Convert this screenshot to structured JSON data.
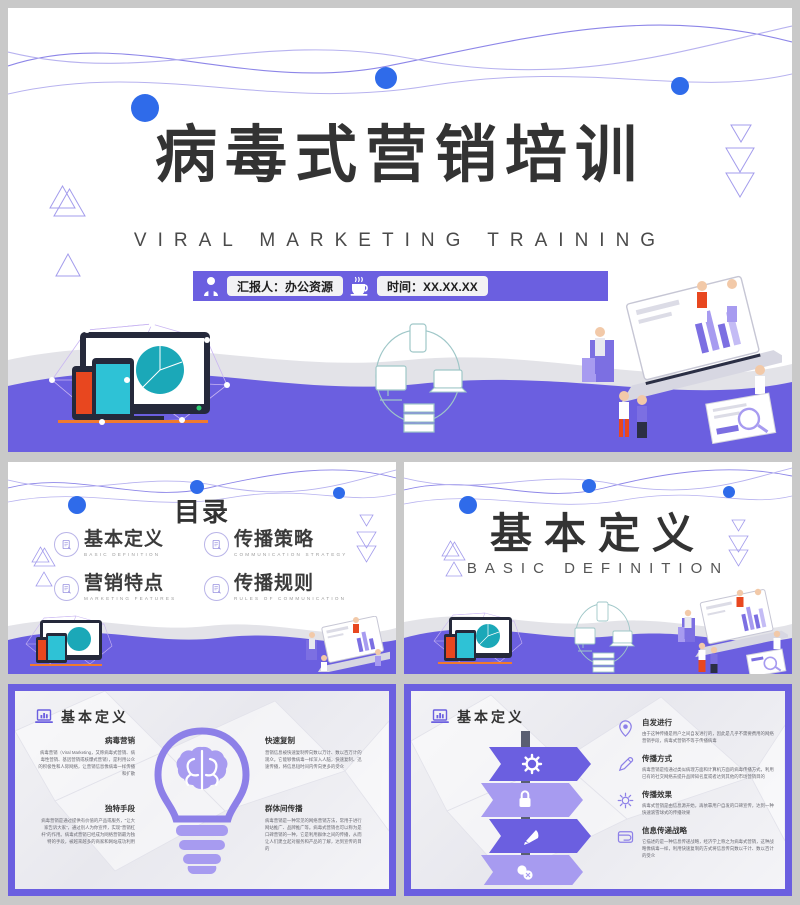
{
  "deck": {
    "accent": "#6b5fe0",
    "accent_dark": "#2f6bea",
    "text_dark": "#333333"
  },
  "slide_title": {
    "title_cn": "病毒式营销培训",
    "title_en": "VIRAL MARKETING TRAINING",
    "presenter_icon": "person-icon",
    "presenter_label": "汇报人：办公资源",
    "time_icon": "coffee-cup-icon",
    "time_label": "时间：XX.XX.XX"
  },
  "slide_catalog": {
    "heading": "目录",
    "items": [
      {
        "icon": "document-pen-icon",
        "cn": "基本定义",
        "en": "BASIC DEFINITION"
      },
      {
        "icon": "document-pen-icon",
        "cn": "传播策略",
        "en": "COMMUNICATION STRATEGY"
      },
      {
        "icon": "document-pen-icon",
        "cn": "营销特点",
        "en": "MARKETING FEATURES"
      },
      {
        "icon": "document-pen-icon",
        "cn": "传播规则",
        "en": "RULES OF COMMUNICATION"
      }
    ]
  },
  "slide_section": {
    "cn": "基本定义",
    "en": "BASIC DEFINITION"
  },
  "slide_def_a": {
    "header_icon": "laptop-chart-icon",
    "header_label": "基本定义",
    "center_icon": "lightbulb-brain-icon",
    "blocks": [
      {
        "title": "病毒营销",
        "body": "病毒营销（Viral Marketing，又称病毒式营销、病毒性营销、基因营销或核爆式营销），是利用公众的积极性和人际网络，让营销信息像病毒一样传播和扩散"
      },
      {
        "title": "快速复制",
        "body": "营销信息被快速复制传向数以万计、数以百万计的观众。它能够像病毒一样深入人脑，快速复制、迅速传播，将信息短时间内传向更多的受众"
      },
      {
        "title": "独特手段",
        "body": "病毒营销是通过提供有价值的产品或服务，\"让大家告诉大家\"，通过别人为你宣传，实现\"营销杠杆\"的作用。病毒式营销已经成为网络营销最为独特的手段，被越来越多的商家和网站成功利用"
      },
      {
        "title": "群体间传播",
        "body": "病毒营销是一种常见的网络营销方法，常用于进行网站推广、品牌推广等。病毒式营销也可以称为是口碑营销的一种，它是利用群体之间的传播，从而让人们建立起对服务和产品的了解，达到宣传的目的"
      }
    ]
  },
  "slide_def_b": {
    "header_icon": "laptop-chart-icon",
    "header_label": "基本定义",
    "signpost_icons": [
      "gear-icon",
      "lock-icon",
      "rocket-icon",
      "coins-icon"
    ],
    "items": [
      {
        "icon": "location-pin-icon",
        "title": "自发进行",
        "body": "由于这种传播是用户之间自发进行的，因此是几乎不需要费用的网络营销手段，病毒式营销不等于传播病毒"
      },
      {
        "icon": "pencil-icon",
        "title": "传播方式",
        "body": "病毒营销是指通过类似病理方面和计算机方面的病毒传播方式，利用已有的社交网络去提升品牌知名度或者达到其他的市场营销目的"
      },
      {
        "icon": "gear-icon",
        "title": "传播效果",
        "body": "病毒式营销是由信息源开始，再依靠用户自发的口碑宣传，达到一种快速滚雪球式的传播效果"
      },
      {
        "icon": "wallet-icon",
        "title": "信息传递战略",
        "body": "它描述的是一种信息传递战略，经济学上称之为病毒式营销，这种战略像病毒一样，利用快速复制的方式将信息传向数以千计、数以百计的受众"
      }
    ]
  }
}
